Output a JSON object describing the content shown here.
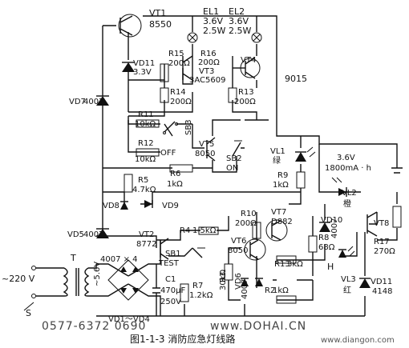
{
  "caption": "图1-1-3  消防应急灯线路",
  "watermark_phone": "0577-6372 0690",
  "watermark_site": "www.DOHAI.CN",
  "watermark_site2": "www.diangon.com",
  "labels": {
    "vt1": "VT1",
    "vt1_type": "8550",
    "el1": "EL1",
    "el1_v": "3.6V",
    "el1_p": "2.5W",
    "el2": "EL2",
    "el2_v": "3.6V",
    "el2_p": "2.5W",
    "vd11a": "VD11",
    "vd11a_v": "3.3V",
    "r15": "R15",
    "r15_v": "200Ω",
    "r16": "R16",
    "r16_v": "200Ω",
    "vt3": "VT3",
    "vt3_type": "3AC5609",
    "vt4": "VT4",
    "r14": "R14",
    "r14_v": "200Ω",
    "r13a": "R13",
    "r13a_v": "200Ω",
    "n9015": "9015",
    "vd7": "VD7",
    "vd7_type": "4007",
    "r11": "R11",
    "r11_v": "10kΩ",
    "sb3": "SB3",
    "r12": "R12",
    "r12_v": "10kΩ",
    "off": "OFF",
    "vt5": "VT5",
    "vt5_type": "8050",
    "sb2": "SB2",
    "on": "ON",
    "r6": "R6",
    "r6_v": "1kΩ",
    "r5": "R5",
    "r5_v": "4.7kΩ",
    "vd8": "VD8",
    "vd9": "VD9",
    "vl1": "VL1",
    "vl1_color": "绿",
    "r9": "R9",
    "r9_v": "1kΩ",
    "batt_v": "3.6V",
    "batt_c": "1800mA · h",
    "vl2": "VL2",
    "vl2_color": "橙",
    "vt8": "VT8",
    "r17": "R17",
    "r17_v": "270Ω",
    "vd5": "VD5",
    "vd5_type": "4007",
    "r4": "R4",
    "r4_v": "1.5kΩ",
    "r10": "R10",
    "r10_v": "200Ω",
    "vt7": "VT7",
    "vt7_type": "D882",
    "vt2": "VT2",
    "vt2_type": "8772",
    "vt6": "VT6",
    "vt6_type": "8050",
    "vd10": "VD10",
    "vd10_type": "4007",
    "r8": "R8",
    "r8_v": "68Ω",
    "t": "T",
    "bridge": "4007 × 4",
    "sb1": "SB1",
    "test": "TEST",
    "r3": "R3",
    "r3_v": "30kΩ",
    "r13b": "R13",
    "r13b_v": "3kΩ",
    "h": "H",
    "vl3": "VL3",
    "vl3_color": "红",
    "vd11b": "VD11",
    "vd11b_type": "4148",
    "mains": "~220 V",
    "sec": "~5.6V",
    "s": "S",
    "c1": "C1",
    "c1_v": "470μF",
    "c1_vv": "250V",
    "r7": "R7",
    "r7_v": "1.2kΩ",
    "vd6": "VD6",
    "vd6_type": "4007",
    "r21": "R2",
    "r21_v": "1kΩ",
    "bridge_name": "VD1～VD4"
  }
}
